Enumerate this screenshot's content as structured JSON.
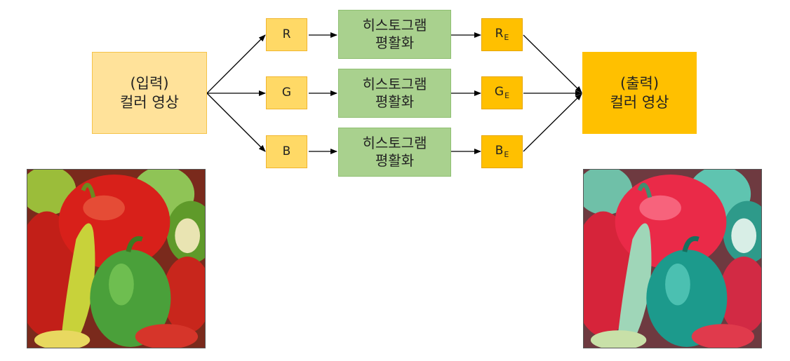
{
  "colors": {
    "input_box_fill": "#ffe29a",
    "input_box_border": "#f5c34a",
    "channel_fill": "#ffd966",
    "channel_border": "#f1b52f",
    "equalize_fill": "#a9d18e",
    "equalize_border": "#8fbf72",
    "enhanced_fill": "#ffc000",
    "enhanced_border": "#e6a400",
    "output_fill": "#ffc000",
    "arrow": "#000000"
  },
  "input": {
    "label": "(입력)\n컬러 영상"
  },
  "output": {
    "label": "(출력)\n컬러 영상"
  },
  "channels": [
    {
      "name": "R",
      "process": "히스토그램\n평활화",
      "result_base": "R",
      "result_sub": "E"
    },
    {
      "name": "G",
      "process": "히스토그램\n평활화",
      "result_base": "G",
      "result_sub": "E"
    },
    {
      "name": "B",
      "process": "히스토그램\n평활화",
      "result_base": "B",
      "result_sub": "E"
    }
  ],
  "images": {
    "input_icon": "peppers-photo-original",
    "output_icon": "peppers-photo-equalized"
  }
}
